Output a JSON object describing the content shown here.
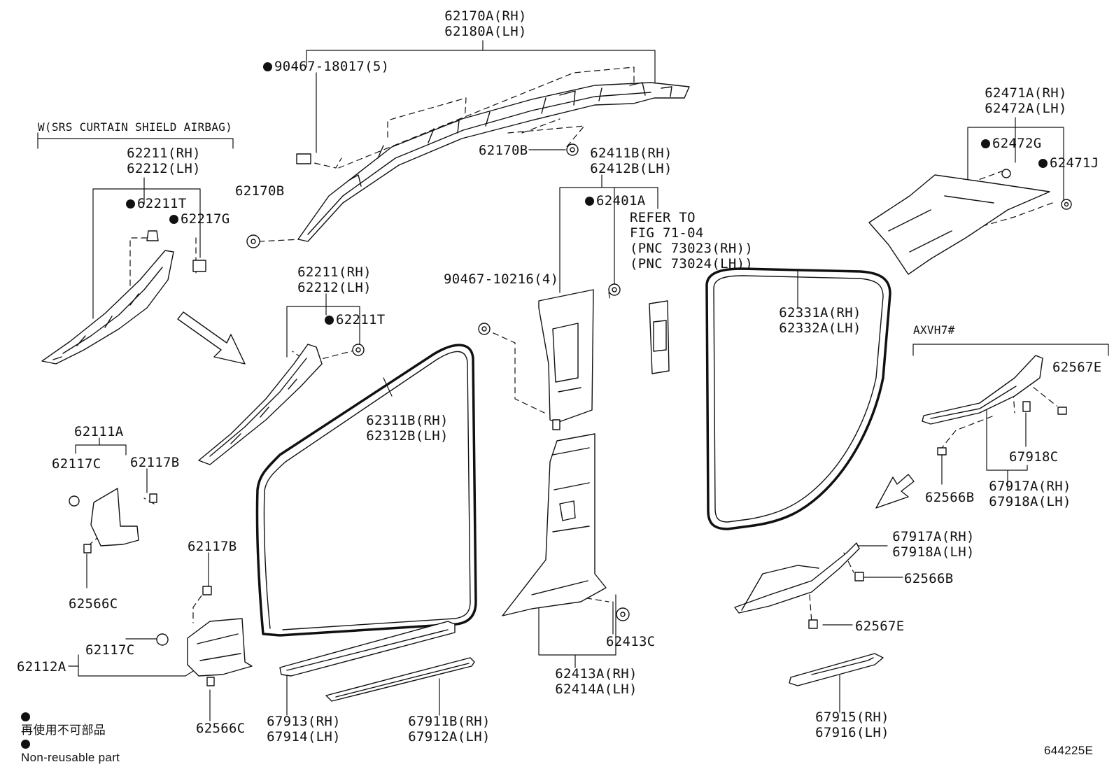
{
  "diagram_id": "644225E",
  "sections": {
    "srs_airbag": "W(SRS CURTAIN SHIELD AIRBAG)",
    "axvh7": "AXVH7#"
  },
  "legend": {
    "jp": "再使用不可部品",
    "en": "Non-reusable part"
  },
  "refer": [
    "REFER TO",
    "FIG 71-04",
    "(PNC 73023(RH))",
    "(PNC 73024(LH))"
  ],
  "callouts": {
    "roof_rh": "62170A(RH)",
    "roof_lh": "62180A(LH)",
    "clip_90467_18017": "90467-18017(5)",
    "clip_62170B_a": "62170B",
    "clip_62170B_b": "62170B",
    "apillar_a_rh": "62211(RH)",
    "apillar_a_lh": "62212(LH)",
    "clip_62211T_a": "62211T",
    "clip_62217G": "62217G",
    "apillar_b_rh": "62211(RH)",
    "apillar_b_lh": "62212(LH)",
    "clip_62211T_b": "62211T",
    "bpillar_up_rh": "62411B(RH)",
    "bpillar_up_lh": "62412B(LH)",
    "clip_62401A": "62401A",
    "clip_90467_10216": "90467-10216(4)",
    "cpillar_rh": "62471A(RH)",
    "cpillar_lh": "62472A(LH)",
    "clip_62472G": "62472G",
    "clip_62471J": "62471J",
    "rear_ws_rh": "62331A(RH)",
    "rear_ws_lh": "62332A(LH)",
    "front_ws_rh": "62311B(RH)",
    "front_ws_lh": "62312B(LH)",
    "cowl_62111A": "62111A",
    "clip_62117C_a": "62117C",
    "clip_62117B_a": "62117B",
    "clip_62566C_a": "62566C",
    "clip_62117B_b": "62117B",
    "cowl_62112A": "62112A",
    "clip_62117C_b": "62117C",
    "clip_62566C_b": "62566C",
    "step_front_rh": "67913(RH)",
    "step_front_lh": "67914(LH)",
    "scuff_front_rh": "67911B(RH)",
    "scuff_front_lh": "67912A(LH)",
    "bpillar_lo_rh": "62413A(RH)",
    "bpillar_lo_lh": "62414A(LH)",
    "clip_62413C": "62413C",
    "clip_62567E_a": "62567E",
    "clip_67918C": "67918C",
    "clip_62566B_a": "62566B",
    "step_rear_a_rh": "67917A(RH)",
    "step_rear_a_lh": "67918A(LH)",
    "step_rear_b_rh": "67917A(RH)",
    "step_rear_b_lh": "67918A(LH)",
    "clip_62566B_b": "62566B",
    "clip_62567E_b": "62567E",
    "scuff_rear_rh": "67915(RH)",
    "scuff_rear_lh": "67916(LH)"
  }
}
